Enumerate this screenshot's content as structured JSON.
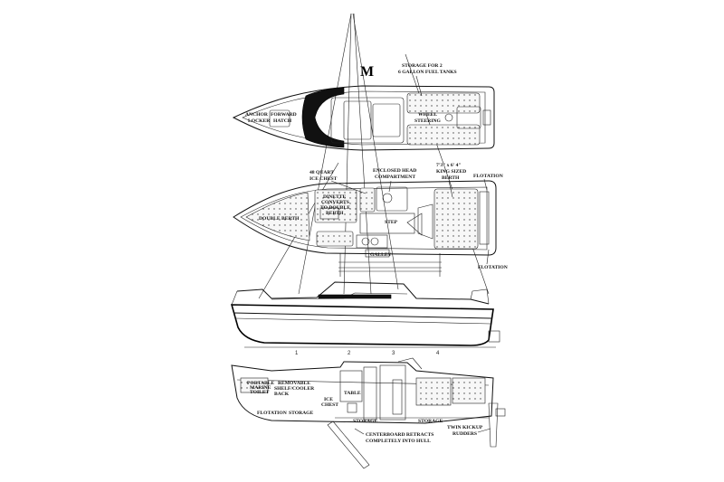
{
  "logo": "M",
  "labels": {
    "fuel_tanks": [
      "STORAGE FOR 2",
      "6 GALLON FUEL TANKS"
    ],
    "anchor_locker": [
      "ANCHOR",
      "LOCKER"
    ],
    "forward_hatch": [
      "FORWARD",
      "HATCH"
    ],
    "wheel_steering": [
      "WHEEL",
      "STEERING"
    ],
    "ice_chest_top": [
      "48 QUART",
      "ICE CHEST"
    ],
    "enclosed_head": [
      "ENCLOSED HEAD",
      "COMPARTMENT"
    ],
    "king_berth": [
      "7'3\" x 6' 4\"",
      "KING SIZED",
      "BERTH"
    ],
    "flotation_top": "FLOTATION",
    "dinette": [
      "DINETTE",
      "CONVERTS",
      "TO DOUBLE",
      "BERTH"
    ],
    "double_berth": "DOUBLE BERTH",
    "step": "STEP",
    "galley": "GALLEY",
    "flotation_right": "FLOTATION",
    "sections": [
      "1",
      "2",
      "3",
      "4"
    ],
    "removable_shelf": [
      "REMOVABLE",
      "SHELF/COOLER",
      "BACK"
    ],
    "table": "TABLE",
    "ice_chest_side": [
      "ICE",
      "CHEST"
    ],
    "flotation_side": "FLOTATION",
    "storage_left": "STORAGE",
    "storage_mid": "STORAGE",
    "storage_right": "STORAGE",
    "centerboard": [
      "CENTERBOARD RETRACTS",
      "COMPLETELY INTO HULL"
    ],
    "twin_rudders": [
      "TWIN KICKUP",
      "RUDDERS"
    ],
    "marine_toilet": [
      "PORTABLE",
      "MARINE",
      "TOILET"
    ]
  }
}
